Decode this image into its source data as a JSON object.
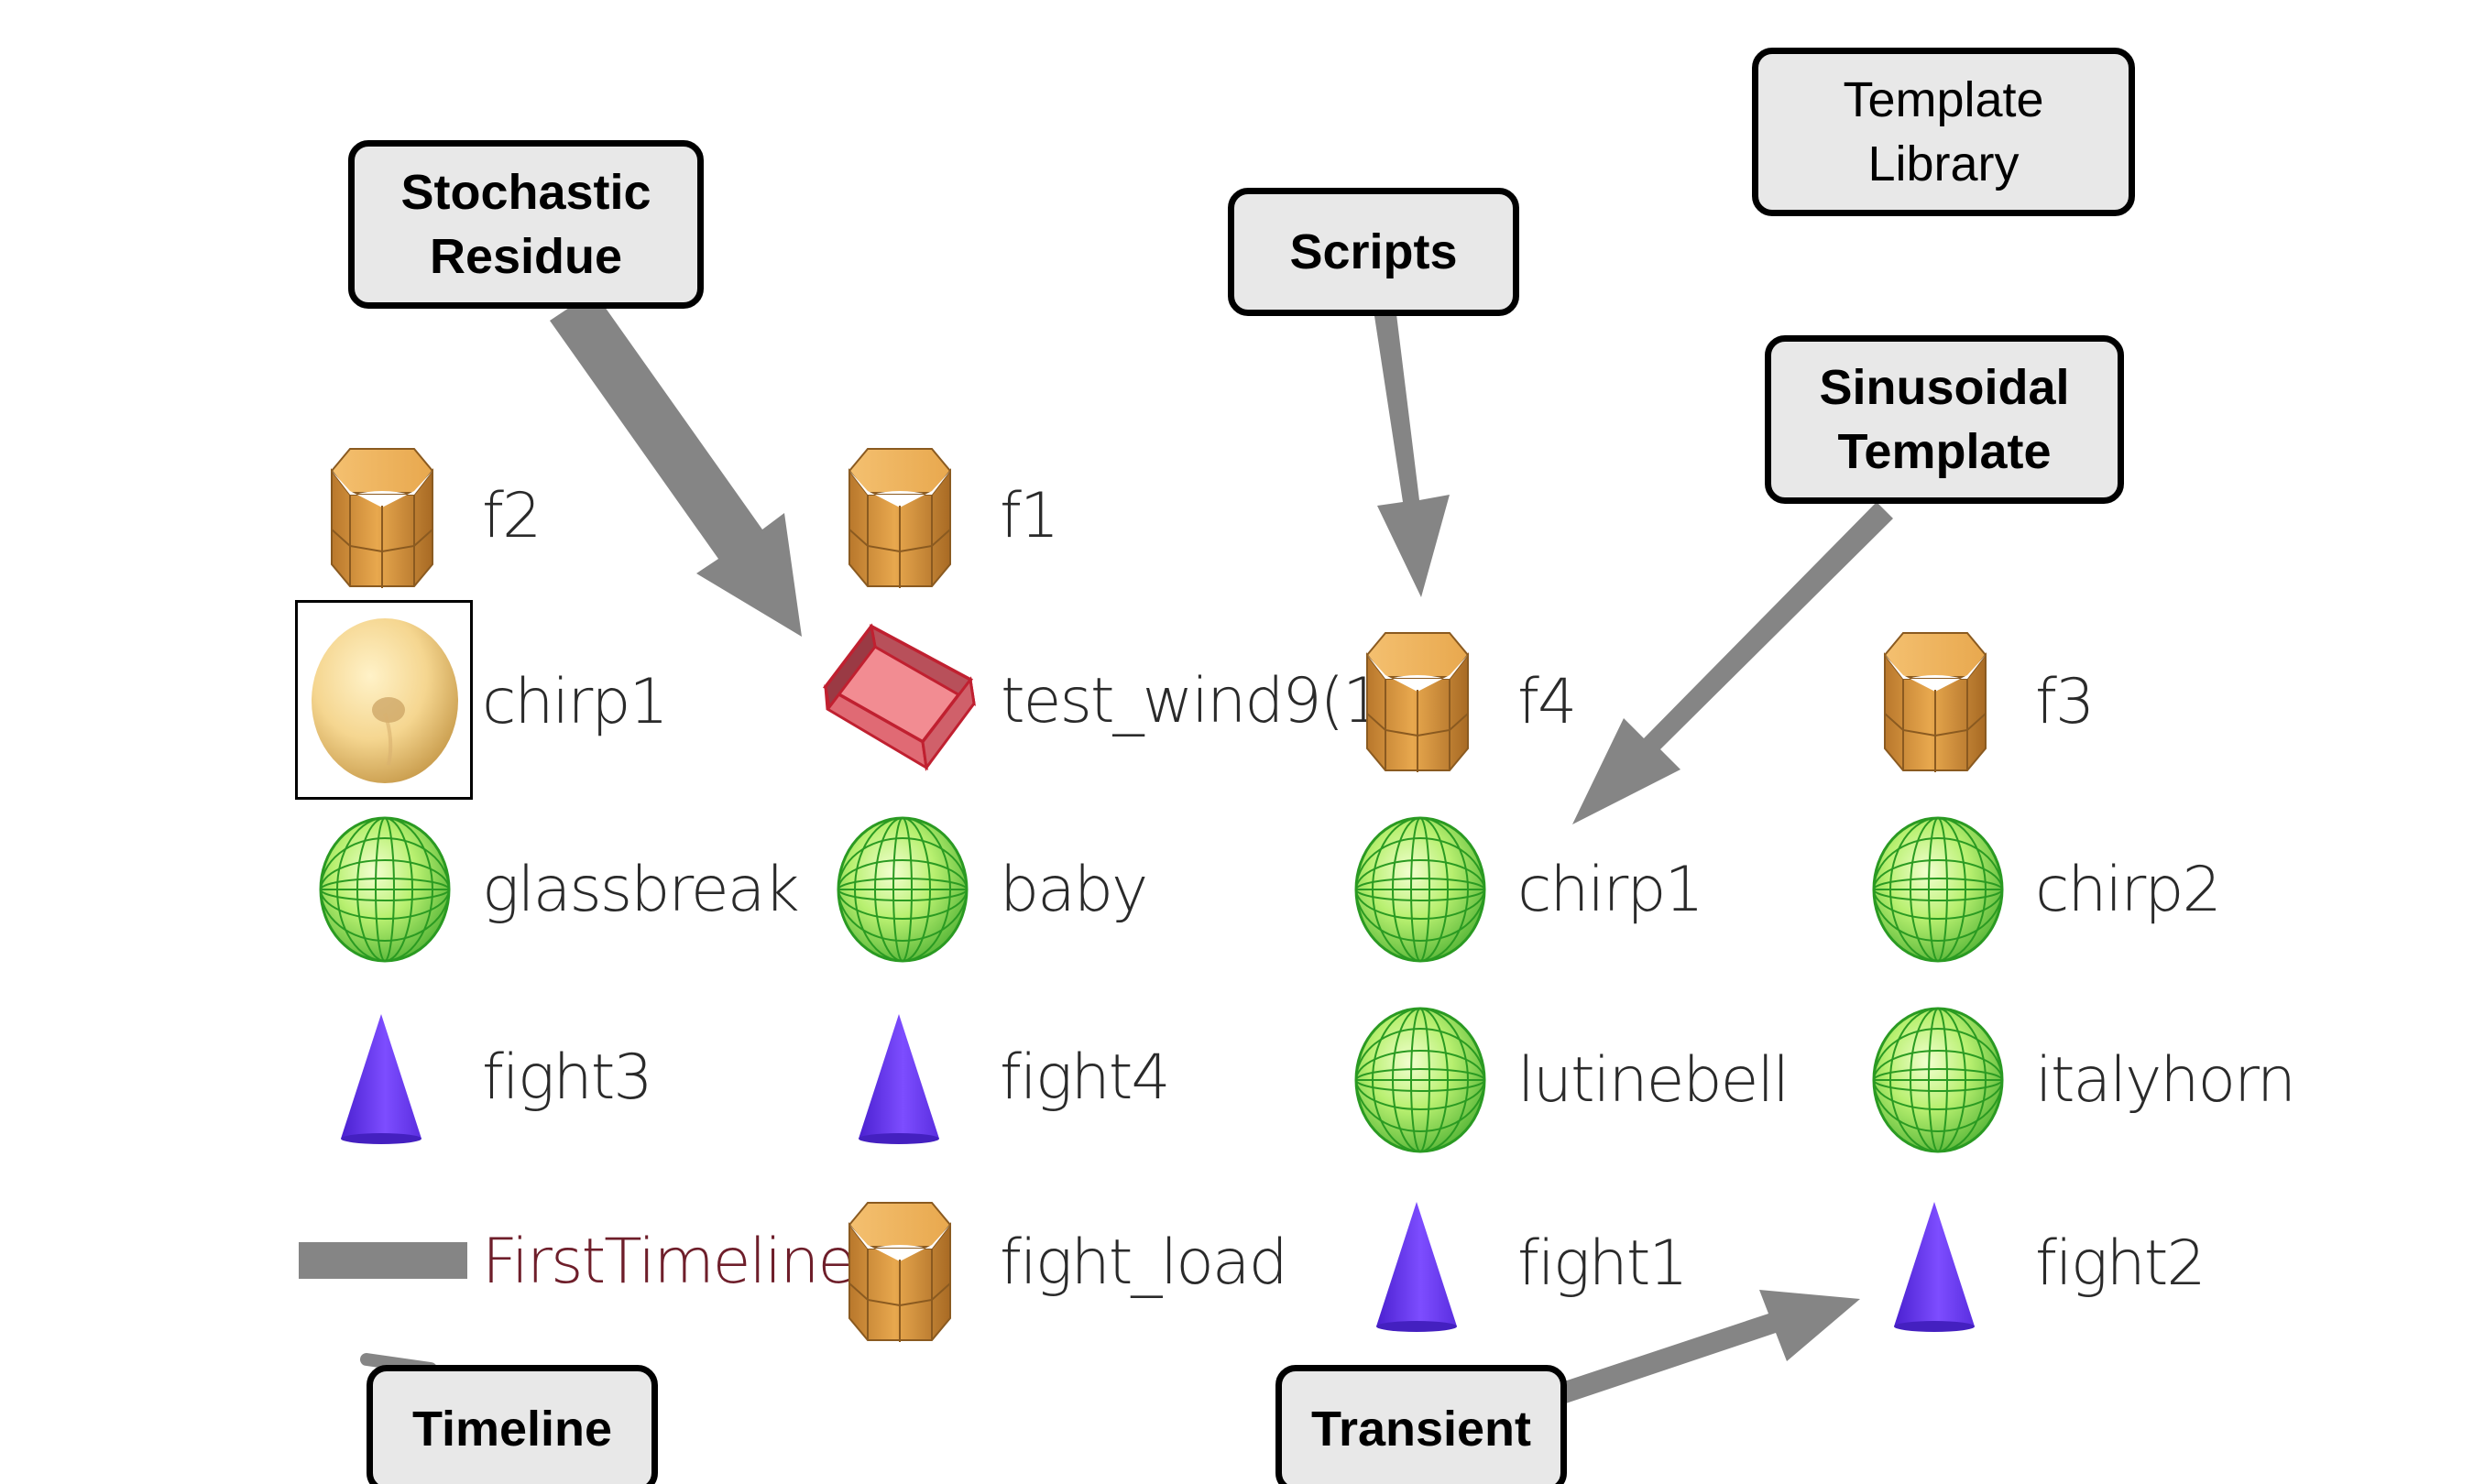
{
  "callouts": {
    "stochastic_residue": "Stochastic\nResidue",
    "scripts": "Scripts",
    "template_library": "Template\nLibrary",
    "sinusoidal_template": "Sinusoidal\nTemplate",
    "timeline": "Timeline",
    "transient": "Transient"
  },
  "objects": {
    "f2": "f2",
    "f1": "f1",
    "chirp1_selected": "chirp1",
    "test_wind9": "test_wind9(1)",
    "f4": "f4",
    "f3": "f3",
    "glassbreak": "glassbreak",
    "baby": "baby",
    "chirp1": "chirp1",
    "chirp2": "chirp2",
    "fight3": "fight3",
    "fight4": "fight4",
    "lutinebell": "lutinebell",
    "italyhorn": "italyhorn",
    "first_timeline": "FirstTimeline",
    "fight_load": "fight_load",
    "fight1": "fight1",
    "fight2": "fight2"
  },
  "icons": {
    "cylinder": "cylinder-icon",
    "torus": "torus-icon",
    "cube": "cube-icon",
    "sphere": "sphere-icon",
    "cone": "cone-icon",
    "bar": "timeline-bar-icon"
  },
  "colors": {
    "arrow": "#858585",
    "callout_fill": "#e8e8e8",
    "cylinder": "#e8a84e",
    "cube": "#f28c92",
    "sphere": "#9fe85a",
    "cone": "#6a3df0",
    "torus": "#f5d690",
    "timeline_label": "#6e1e2a"
  }
}
